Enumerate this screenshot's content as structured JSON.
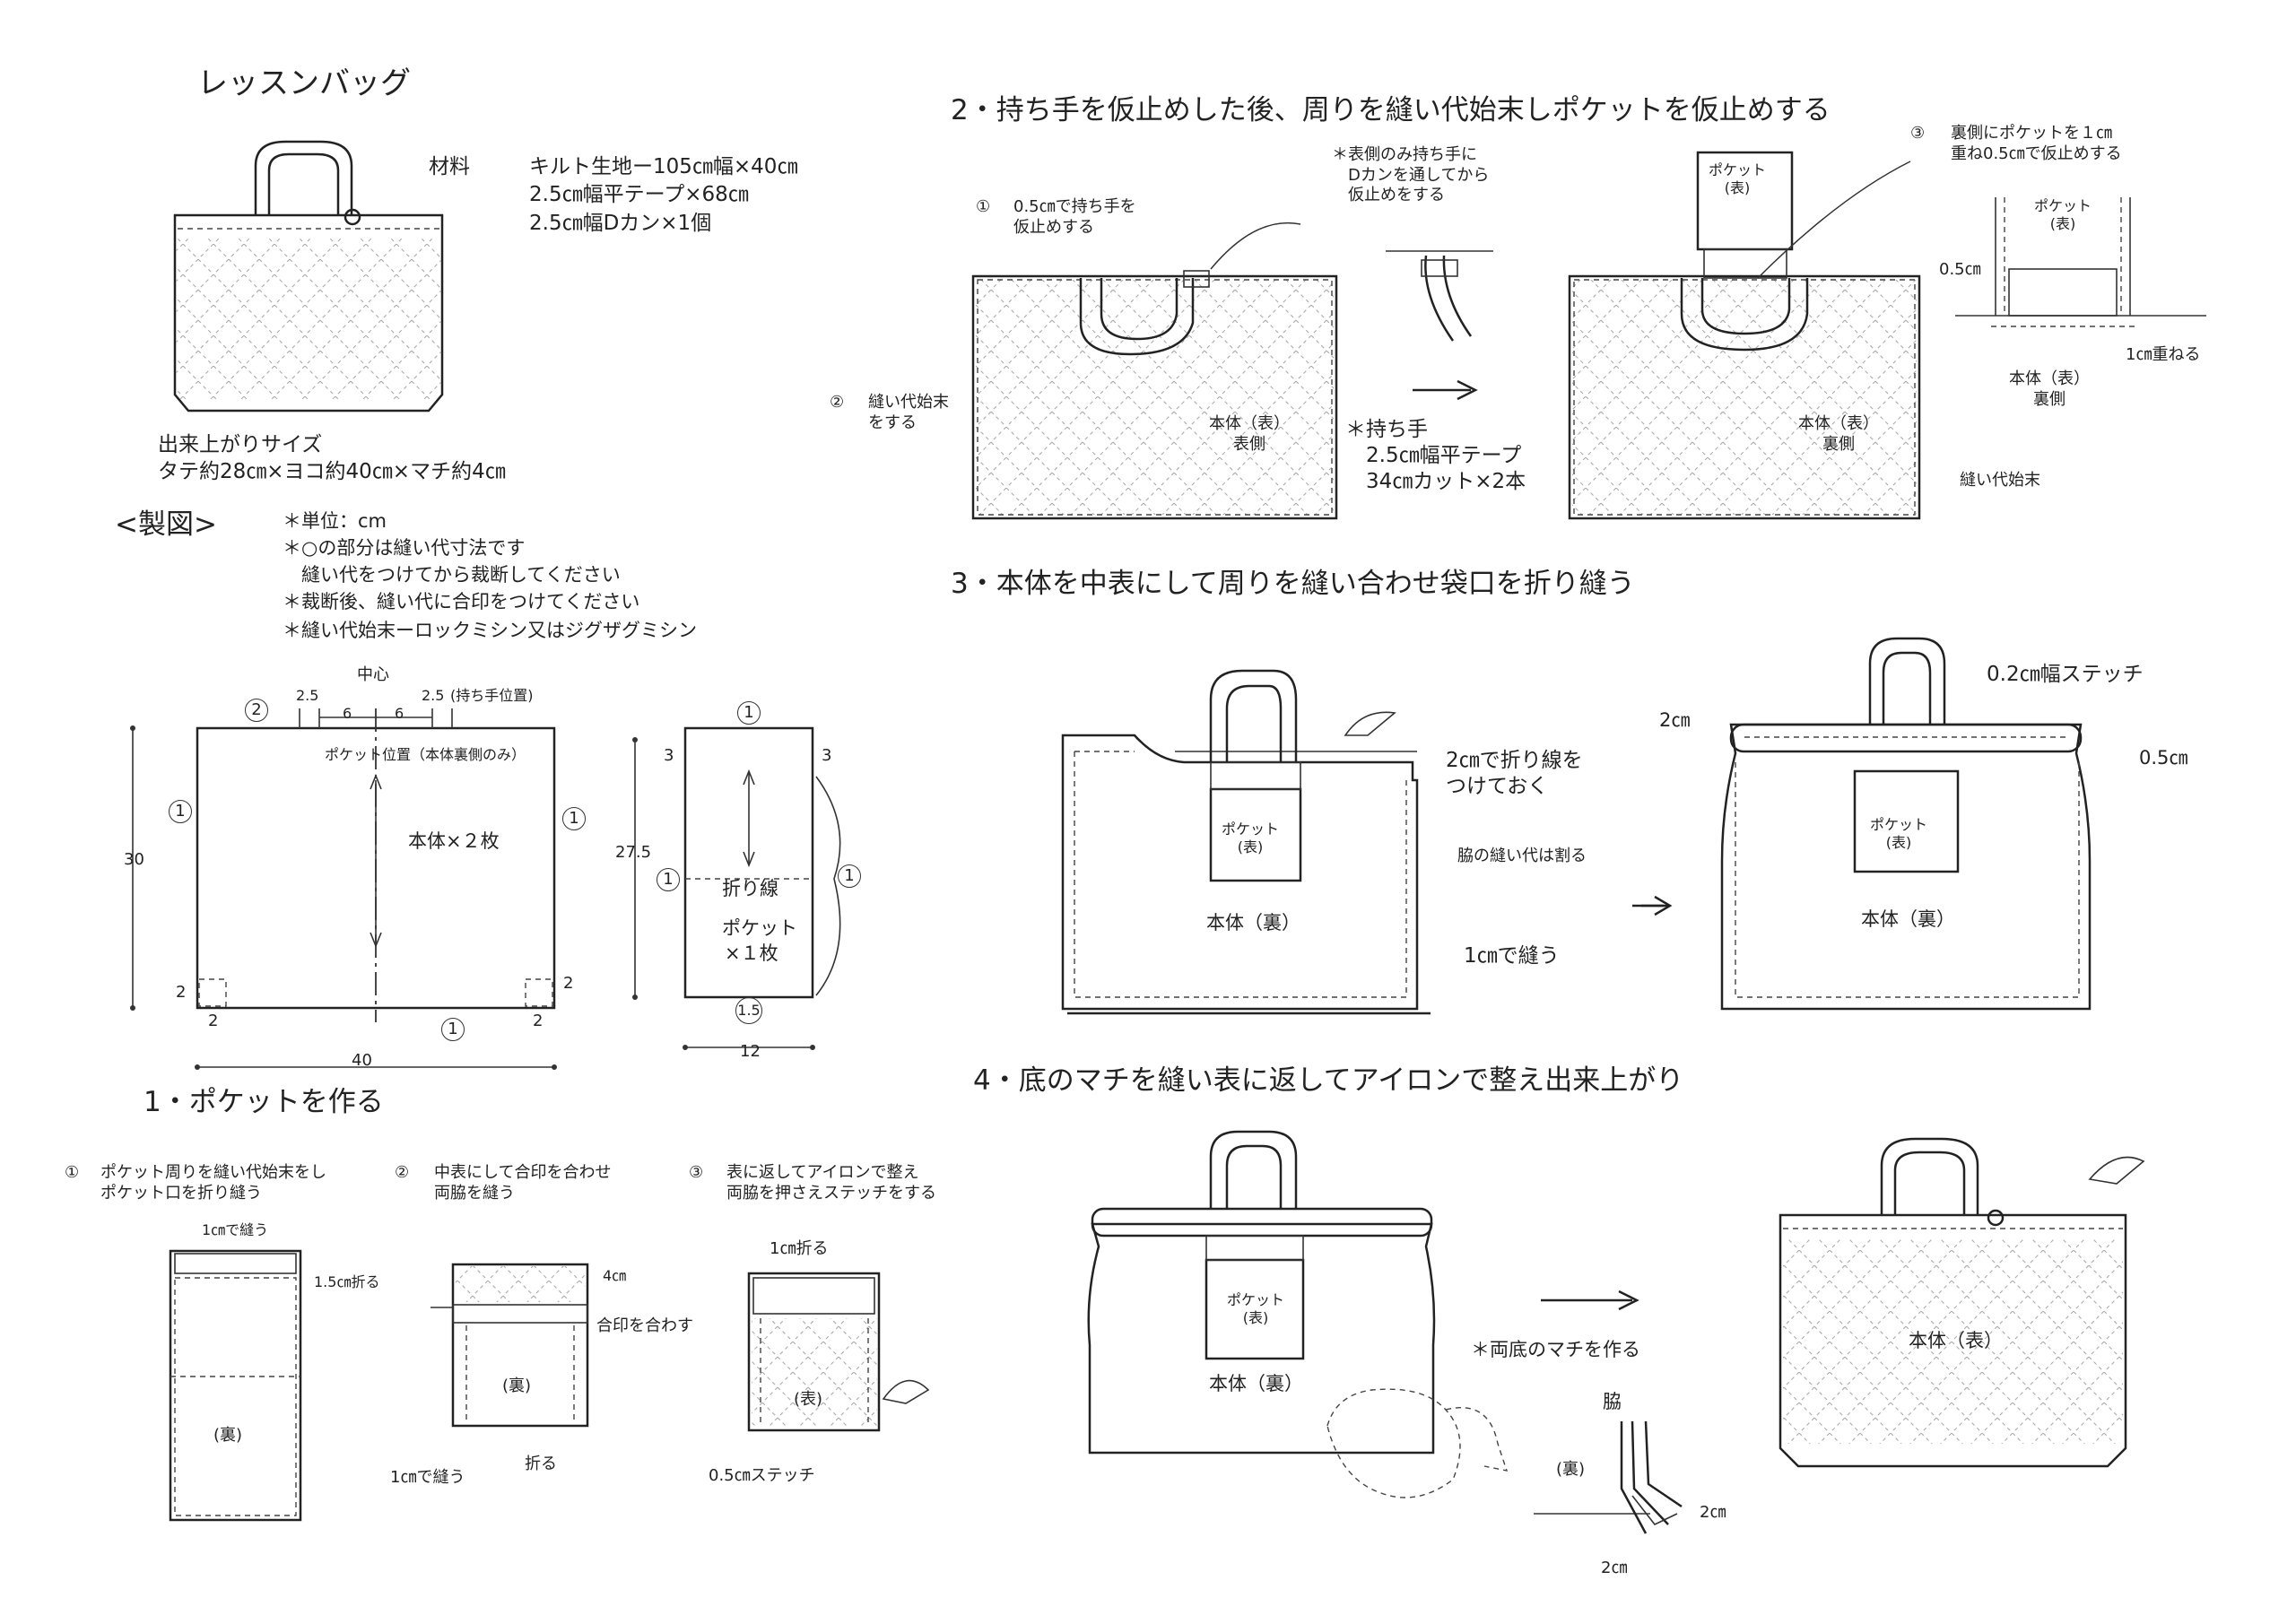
{
  "title": "レッスンバッグ",
  "materials": {
    "heading": "材料",
    "lines": [
      "キルト生地ー105㎝幅×40㎝",
      "2.5㎝幅平テープ×68㎝",
      "2.5㎝幅Dカン×1個"
    ]
  },
  "finished_size": {
    "heading": "出来上がりサイズ",
    "value": "タテ約28㎝×ヨコ約40㎝×マチ約4㎝"
  },
  "pattern": {
    "heading": "<製図>",
    "notes": [
      "＊単位：cm",
      "＊○の部分は縫い代寸法です",
      "　縫い代をつけてから裁断してください",
      "＊裁断後、縫い代に合印をつけてください",
      "＊縫い代始末ーロックミシン又はジグザグミシン"
    ],
    "main": {
      "label": "本体×２枚",
      "center": "中心",
      "pocket_pos": "ポケット位置（本体裏側のみ）",
      "handle_pos": "(持ち手位置)",
      "d25a": "2.5",
      "d6a": "6",
      "d6b": "6",
      "d25b": "2.5",
      "height": "30",
      "width": "40",
      "c1": "2",
      "c2": "2",
      "c3": "2",
      "c4": "2",
      "sa_top": "2",
      "sa_left": "1",
      "sa_right": "1",
      "sa_bottom": "1"
    },
    "pocket": {
      "label1": "ポケット",
      "label2": "×１枚",
      "fold": "折り線",
      "height": "27.5",
      "width": "12",
      "d3a": "3",
      "d3b": "3",
      "sa_top": "1",
      "sa_left": "1",
      "sa_right": "1",
      "sa_bottom": "1.5"
    }
  },
  "step1": {
    "heading": "1・ポケットを作る",
    "a": {
      "num": "①",
      "text": "ポケット周りを縫い代始末をし\nポケット口を折り縫う",
      "sew": "1㎝で縫う",
      "fold": "1.5㎝折る",
      "label": "(裏)"
    },
    "b": {
      "num": "②",
      "text": "中表にして合印を合わせ\n両脇を縫う",
      "dim": "4㎝",
      "match": "合印を合わす",
      "label": "(裏)",
      "sew": "1㎝で縫う",
      "fold": "折る"
    },
    "c": {
      "num": "③",
      "text": "表に返してアイロンで整え\n両脇を押さえステッチをする",
      "fold": "1㎝折る",
      "label": "(表)",
      "stitch": "0.5㎝ステッチ"
    }
  },
  "step2": {
    "heading": "2・持ち手を仮止めした後、周りを縫い代始末しポケットを仮止めする",
    "n1_num": "①",
    "n1": "0.5㎝で持ち手を\n仮止めする",
    "n2_num": "②",
    "n2": "縫い代始末\nをする",
    "body1": "本体（表）\n表側",
    "dring": "＊表側のみ持ち手に\n　Dカンを通してから\n　仮止めをする",
    "handle": "＊持ち手\n　2.5㎝幅平テープ\n　34㎝カット×2本",
    "pocket": "ポケット\n(表)",
    "body2": "本体（表）\n裏側",
    "finish": "縫い代始末",
    "n3_num": "③",
    "n3": "裏側にポケットを１㎝\n重ね0.5㎝で仮止めする",
    "detail_pocket": "ポケット\n(表)",
    "d05": "0.5㎝",
    "d1": "1㎝重ねる",
    "detail_body": "本体（表）\n裏側"
  },
  "step3": {
    "heading": "3・本体を中表にして周りを縫い合わせ袋口を折り縫う",
    "fold": "2㎝で折り線を\nつけておく",
    "side": "脇の縫い代は割る",
    "sew": "1㎝で縫う",
    "pocket1": "ポケット\n(表)",
    "body1": "本体（裏）",
    "stitch": "0.2㎝幅ステッチ",
    "d2": "2㎝",
    "d05": "0.5㎝",
    "pocket2": "ポケット\n(表)",
    "body2": "本体（裏）"
  },
  "step4": {
    "heading": "4・底のマチを縫い表に返してアイロンで整え出来上がり",
    "pocket": "ポケット\n(表)",
    "body1": "本体（裏）",
    "gusset": "＊両底のマチを作る",
    "side": "脇",
    "ura": "(裏)",
    "d2a": "2㎝",
    "d2b": "2㎝",
    "body2": "本体（表）"
  }
}
